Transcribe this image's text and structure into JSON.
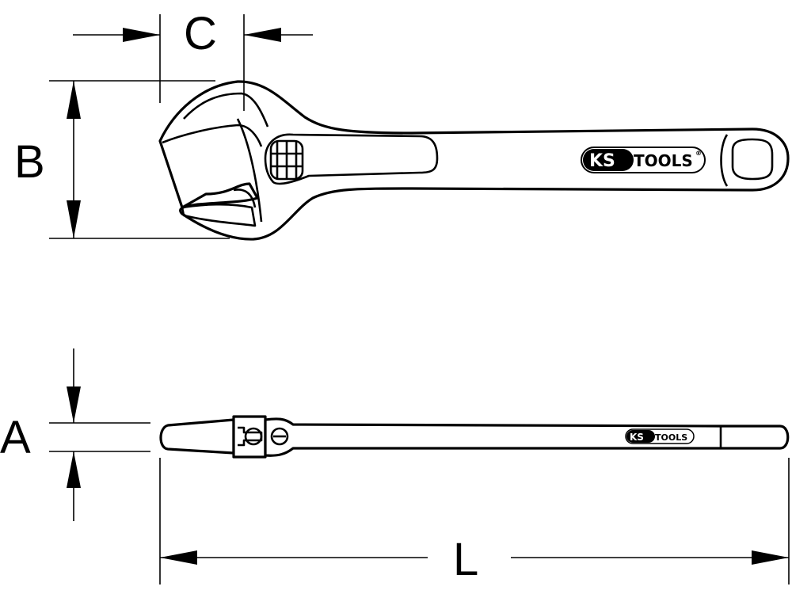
{
  "dimensions": {
    "A": "A",
    "B": "B",
    "C": "C",
    "L": "L"
  },
  "logo": {
    "brand_ks": "KS",
    "brand_tools": "TOOLS",
    "registered": "®"
  },
  "colors": {
    "line": "#000000",
    "background": "#ffffff"
  }
}
